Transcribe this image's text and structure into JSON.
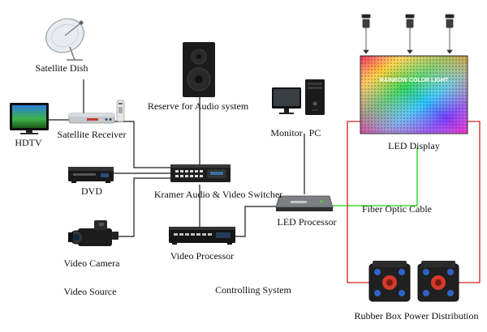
{
  "colors": {
    "signal_line": "#1a1a1a",
    "fiber_line": "#3ddc3d",
    "power_line": "#d42020",
    "background": "#ffffff"
  },
  "devices": {
    "satellite_dish": "Satellite Dish",
    "hdtv": "HDTV",
    "satellite_receiver": "Satellite Receiver",
    "dvd": "DVD",
    "video_camera": "Video Camera",
    "speaker": "Reserve for Audio system",
    "switcher": "Kramer Audio & Video Switcher",
    "video_processor": "Video Processor",
    "monitor": "Monitor",
    "pc": "PC",
    "led_processor": "LED Processor",
    "led_display": "LED Display",
    "led_display_text": "RAINBOW COLOR LIGHT",
    "fiber_cable": "Fiber Optic Cable",
    "power_distribution": "Rubber Box Power Distribution"
  },
  "sections": {
    "video_source": "Video Source",
    "controlling_system": "Controlling System"
  },
  "icons": [
    "satellite-dish-icon",
    "tv-icon",
    "receiver-icon",
    "dvd-player-icon",
    "video-camera-icon",
    "speaker-icon",
    "switcher-icon",
    "processor-icon",
    "monitor-icon",
    "pc-tower-icon",
    "led-processor-icon",
    "led-panel-icon",
    "chain-hoist-icon",
    "power-box-icon"
  ]
}
